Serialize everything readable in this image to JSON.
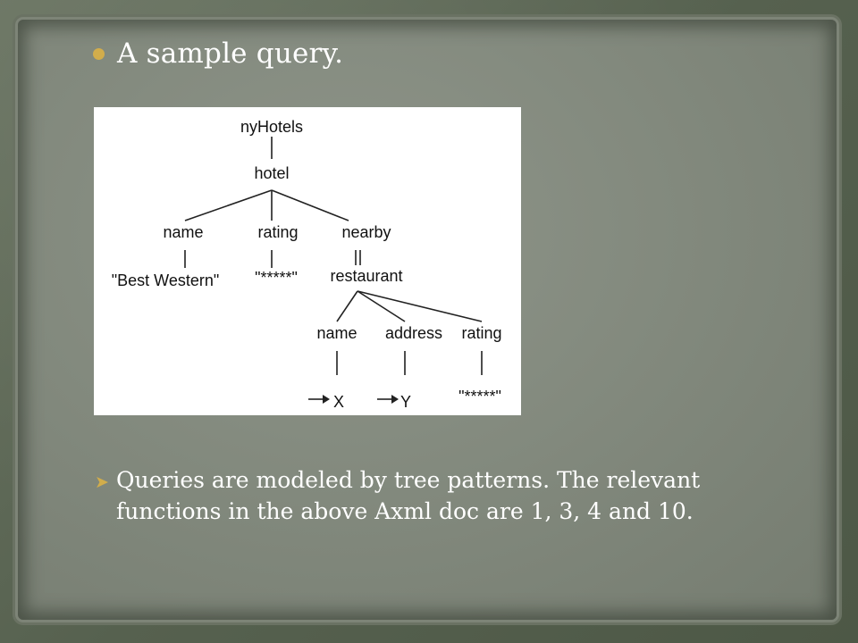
{
  "slide": {
    "bullet_title": "A sample query.",
    "note": " Queries are modeled by tree patterns. The relevant functions in the above Axml doc are 1, 3, 4 and 10."
  },
  "diagram": {
    "nodes": {
      "root": "nyHotels",
      "hotel": "hotel",
      "name1": "name",
      "rating1": "rating",
      "nearby": "nearby",
      "bw": "\"Best Western\"",
      "stars1": "\"*****\"",
      "restaurant": "restaurant",
      "name2": "name",
      "address": "address",
      "rating2": "rating",
      "x": "X",
      "y": "Y",
      "stars2": "\"*****\""
    }
  },
  "colors": {
    "bullet_accent": "#d2ad4b",
    "text": "#ffffff"
  }
}
